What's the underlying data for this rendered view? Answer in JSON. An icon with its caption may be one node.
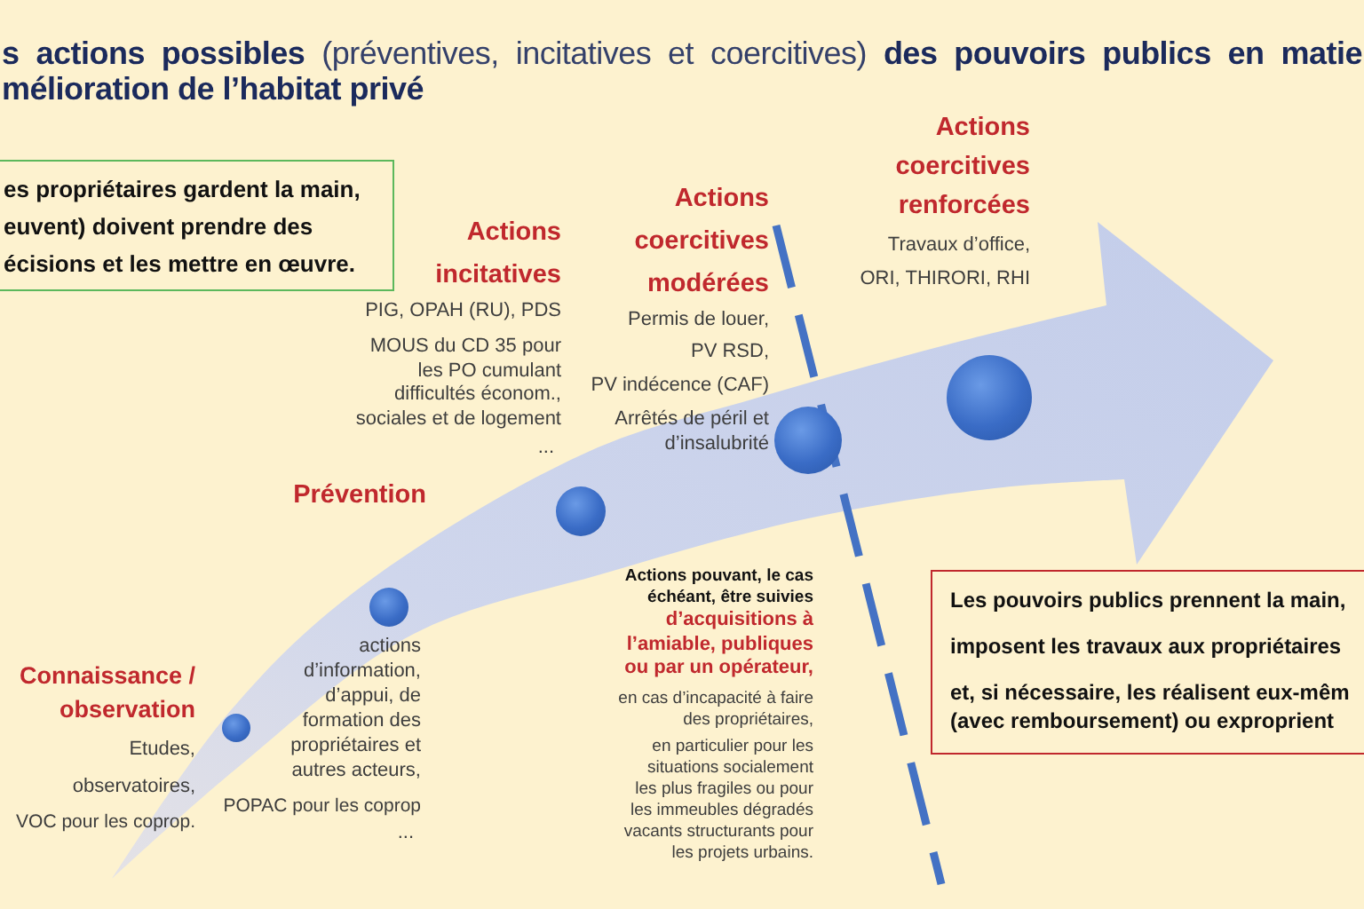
{
  "diagram": {
    "title": "**s actions possibles** (préventives, incitatives et coercitives) **des pouvoirs publics en matie mélioration de l’habitat privé**",
    "nodes": [
      {
        "text": [
          "es propriétaires gardent la main, euvent) doivent prendre des écisions et les mettre en œuvre."
        ]
      },
      {
        "text": [],
        "shape": "circle",
        "beside": [
          "Connaissance / observation",
          "Etudes,",
          "observatoires,",
          "VOC pour les coprop."
        ]
      },
      {
        "text": [],
        "shape": "circle",
        "beside": [
          "Prévention",
          "actions d’information, d’appui, de formation des propriétaires et autres acteurs,",
          "POPAC pour les coprop",
          "..."
        ]
      },
      {
        "text": [],
        "shape": "circle",
        "beside": [
          "Actions incitatives",
          "PIG, OPAH (RU), PDS",
          "MOUS du CD 35 pour les PO cumulant difficultés économ., sociales et de logement",
          "..."
        ]
      },
      {
        "text": [],
        "shape": "circle",
        "beside": [
          "Actions coercitives modérées",
          "Permis de louer,",
          "PV RSD,",
          "PV indécence (CAF)",
          "Arrêtés de péril et d’insalubrité"
        ]
      },
      {
        "text": [],
        "shape": "circle",
        "beside": [
          "Actions coercitives renforcées",
          "Travaux d’office,",
          "ORI, THIRORI, RHI"
        ]
      },
      {
        "text": [
          "Les pouvoirs publics prennent la main,",
          "imposent les travaux aux propriétaires",
          "et, si nécessaire, les réalisent eux-mêm (avec remboursement) ou exproprient"
        ]
      }
    ],
    "labels": [
      "Actions pouvant, le cas échéant, être suivies",
      "d’acquisitions à l’amiable, publiques ou par un opérateur,",
      "en cas d’incapacité à faire des propriétaires,",
      "en particulier pour les situations socialement les plus fragiles ou pour les immeubles dégradés vacants structurants pour les projets urbains."
    ]
  }
}
